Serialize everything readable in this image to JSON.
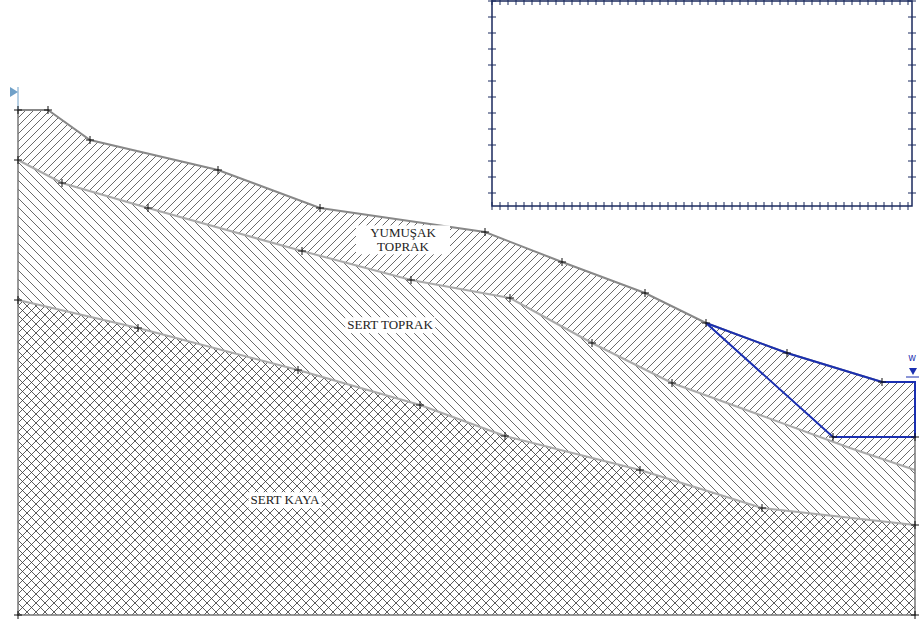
{
  "diagram": {
    "labels": [
      "YUMUŞAK TOPRAK",
      "SERT TOPRAK",
      "SERT KAYA",
      "w"
    ]
  }
}
